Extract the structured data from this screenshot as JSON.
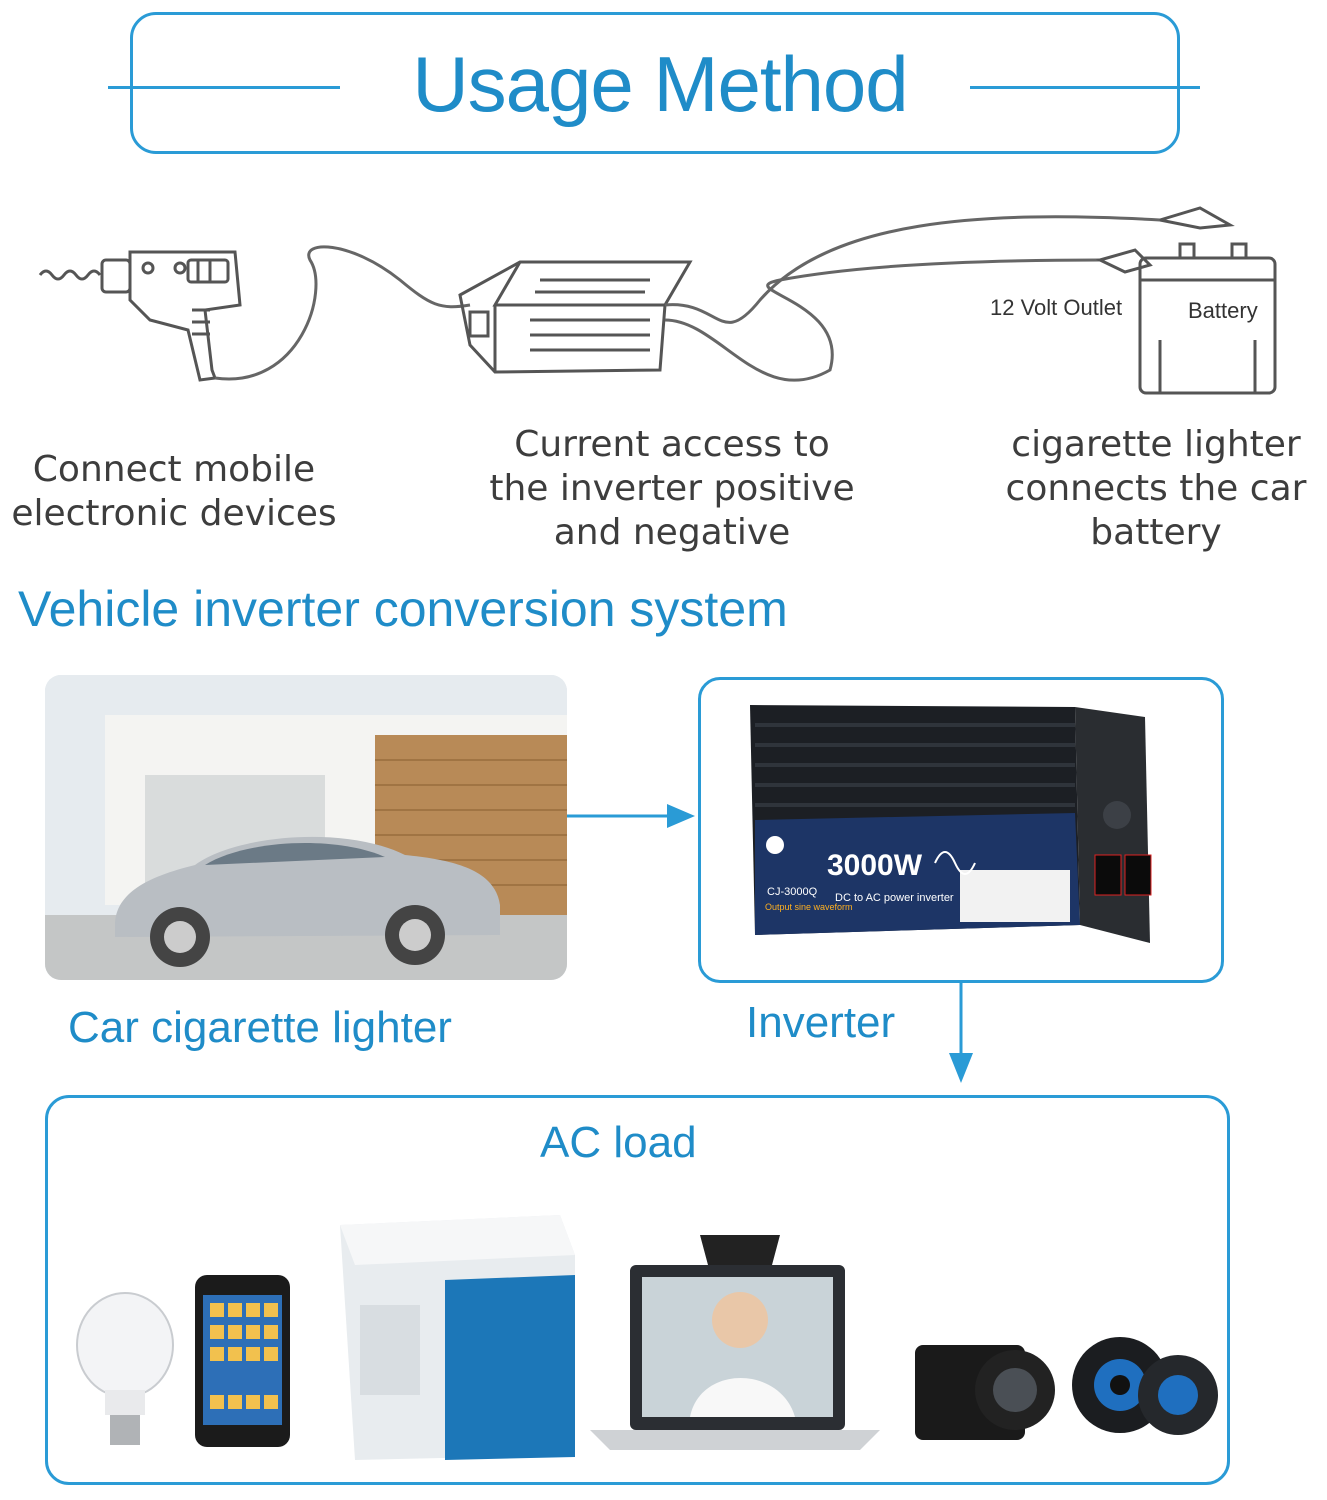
{
  "header": {
    "title": "Usage Method"
  },
  "diagram": {
    "outlet_label": "12 Volt Outlet",
    "battery_label": "Battery"
  },
  "steps": [
    {
      "lines": [
        "Connect mobile",
        "electronic devices"
      ]
    },
    {
      "lines": [
        "Current access to",
        "the inverter positive",
        "and negative"
      ]
    },
    {
      "lines": [
        "cigarette lighter",
        "connects the car",
        "battery"
      ]
    }
  ],
  "system": {
    "title": "Vehicle inverter conversion system",
    "car_label": "Car cigarette lighter",
    "inverter_label": "Inverter",
    "load_label": "AC load"
  },
  "inverter_product": {
    "wattage": "3000W",
    "model": "CJ-3000Q",
    "subtitle": "DC to AC  power inverter",
    "waveform_label": "Output sine waveform"
  },
  "colors": {
    "accent": "#2a9bd6",
    "text_blue": "#1f8cc8",
    "text_dark": "#3d3d3d"
  }
}
